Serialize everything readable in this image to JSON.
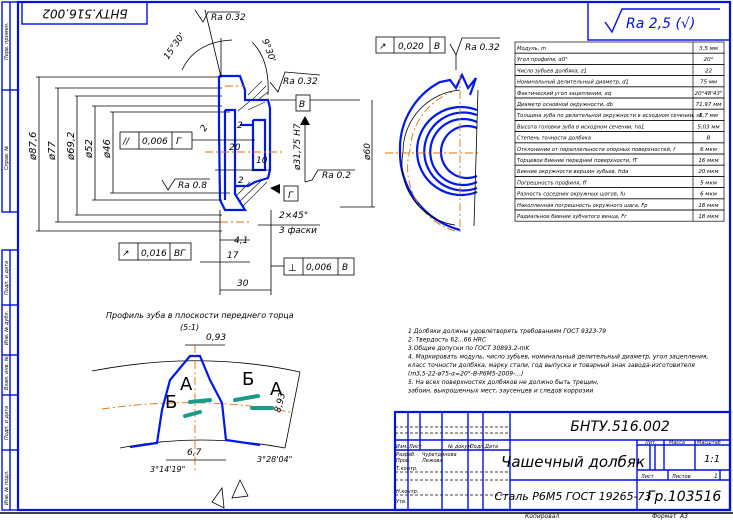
{
  "drawing": {
    "designation": "БНТУ.516.002",
    "designation_mirrored": "БНТУ.516.002",
    "title": "Чашечный долбяк",
    "material": "Сталь Р6М5 ГОСТ 19265-73",
    "group": "Гр.103516",
    "scale": "1:1",
    "copied_label": "Копировал",
    "format_label": "Формат",
    "format_value": "А3",
    "general_roughness": "Ra 2,5 (√)"
  },
  "title_block": {
    "headers": [
      "Изм.",
      "Лист",
      "№ докум.",
      "Подп.",
      "Дата"
    ],
    "roles": [
      {
        "role": "Разраб.",
        "name": "Чуретдинова"
      },
      {
        "role": "Пров.",
        "name": "Лежова"
      },
      {
        "role": "Т.контр.",
        "name": ""
      },
      {
        "role": "Н.контр.",
        "name": ""
      },
      {
        "role": "Утв.",
        "name": ""
      }
    ],
    "lit_label": "Лит.",
    "mass_label": "Масса",
    "scale_label": "Масштаб",
    "sheet_label": "Лист",
    "sheets_label": "Листов",
    "sheets_value": "1"
  },
  "side_stamps": [
    "Перв. примен.",
    "Справ. №",
    "Подп. и дата",
    "Инв. № дубл.",
    "Взам. инв. №",
    "Подп. и дата",
    "Инв. № подл."
  ],
  "params_table": [
    {
      "name": "Модуль, m",
      "value": "3,5 мм"
    },
    {
      "name": "Угол профиля, α0°",
      "value": "20°"
    },
    {
      "name": "Число зубьев долбяка, z1",
      "value": "22"
    },
    {
      "name": "Номинальный делительный диаметр, d1",
      "value": "75 мм"
    },
    {
      "name": "Фактический угол зацепления, αq",
      "value": "20°48'43\""
    },
    {
      "name": "Диаметр основной окружности, db",
      "value": "71,97 мм"
    },
    {
      "name": "Толщина зуба по делительной окружности в исходном сечении, s1",
      "value": "6,7 мм"
    },
    {
      "name": "Высота головки зуба в исходном сечении, ha1",
      "value": "5,03 мм"
    },
    {
      "name": "Степень точности долбяка",
      "value": "В"
    },
    {
      "name": "Отклонение от параллельности опорных поверхностей, f",
      "value": "6 мкм"
    },
    {
      "name": "Торцевое биение передней поверхности, fT",
      "value": "16 мкм"
    },
    {
      "name": "Биение окружности вершин зубьев, frda",
      "value": "20 мкм"
    },
    {
      "name": "Погрешность профиля, ff",
      "value": "5 мкм"
    },
    {
      "name": "Разность соседних окружных шагов, fu",
      "value": "6 мкм"
    },
    {
      "name": "Накопленная погрешность окружного шага, Fp",
      "value": "18 мкм"
    },
    {
      "name": "Радиальное биение зубчатого венца, Fr",
      "value": "18 мкм"
    }
  ],
  "notes": [
    "1 Долбяки должны удовлетворять требованиям ГОСТ 9323-79",
    "2. Твердость 62...66 HRC",
    "3.Общие допуски по ГОСТ 30893.2-mK",
    "4. Маркировать модуль, число зубьев, номинальный делительный диаметр, угол зацепления,",
    " класс точности долбяка, марку стали, год выпуска и товарный знак завода-изготовителя",
    " (m3,5-22-ø75-α=20°-В-Р6М5-2009-...)",
    "5. На всех поверхностях долбяков не должно быть трещин,",
    "забоин, выкрошенных мест, заусенцев и следов коррозии"
  ],
  "section": {
    "dims": {
      "d1": "ø87,6",
      "d2": "ø77",
      "d3": "ø69,2",
      "d4": "ø52",
      "d5": "ø46",
      "d6": "ø60",
      "bore": "ø31,75 H7",
      "angle1": "15°30'",
      "angle2": "9°30'",
      "w20": "20",
      "w10": "10",
      "w2a": "2",
      "w2b": "2",
      "w2c": "2",
      "w41": "4,1",
      "w17": "17",
      "w30": "30",
      "chamfer": "2×45°",
      "chamfer_note": "3 фаски"
    },
    "roughness": [
      "Ra 0.32",
      "Ra 0.32",
      "Ra 0.32",
      "Ra 0.8",
      "Ra 0.2"
    ],
    "tolerances": [
      {
        "symbol": "//",
        "value": "0,006",
        "base": "Г"
      },
      {
        "symbol": "↗",
        "value": "0,016",
        "base": "ВГ"
      },
      {
        "symbol": "⊥",
        "value": "0,006",
        "base": "В"
      },
      {
        "symbol": "↗",
        "value": "0,020",
        "base": "В"
      }
    ],
    "datums": [
      "В",
      "Г"
    ]
  },
  "profile": {
    "title": "Профиль зуба в плоскости переднего торца",
    "scale": "(5:1)",
    "top": "0,93",
    "thick": "6,7",
    "height": "8,93",
    "angle_left": "3°14'19\"",
    "angle_right": "3°28'04\"",
    "labels": [
      "А",
      "Б",
      "Б",
      "А"
    ]
  },
  "colors": {
    "line_blue": "#0018e8",
    "axis_orange": "#e07000",
    "teal": "#1a9a8a"
  }
}
